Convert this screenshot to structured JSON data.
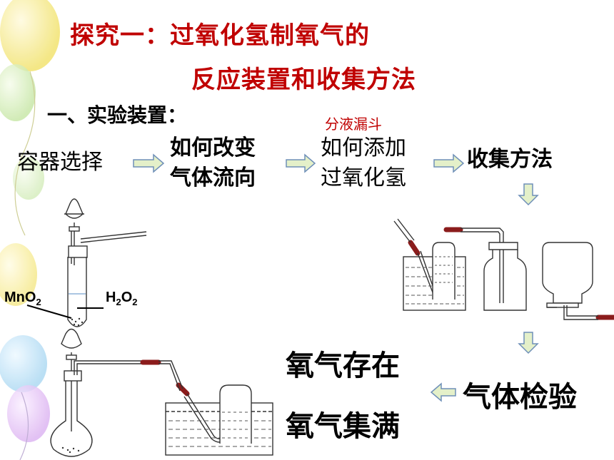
{
  "title": {
    "line1": "探究一：过氧化氢制氧气的",
    "line2": "反应装置和收集方法"
  },
  "section": {
    "label": "一、实验装置："
  },
  "flow": {
    "step1": "容器选择",
    "step2_line1": "如何改变",
    "step2_line2": "气体流向",
    "note": "分液漏斗",
    "step3_line1": "如何添加",
    "step3_line2": "过氧化氢",
    "step4": "收集方法",
    "step5": "气体检验",
    "result1": "氧气存在",
    "result2": "氧气集满"
  },
  "labels": {
    "mno2": {
      "base": "MnO",
      "sub": "2"
    },
    "h2o2": {
      "a": "H",
      "sub1": "2",
      "b": "O",
      "sub2": "2"
    }
  },
  "colors": {
    "title": "#c00000",
    "arrow_fill": "#e4f0c9",
    "arrow_stroke": "#6e8fb8",
    "tube": "#8b1c1c"
  }
}
